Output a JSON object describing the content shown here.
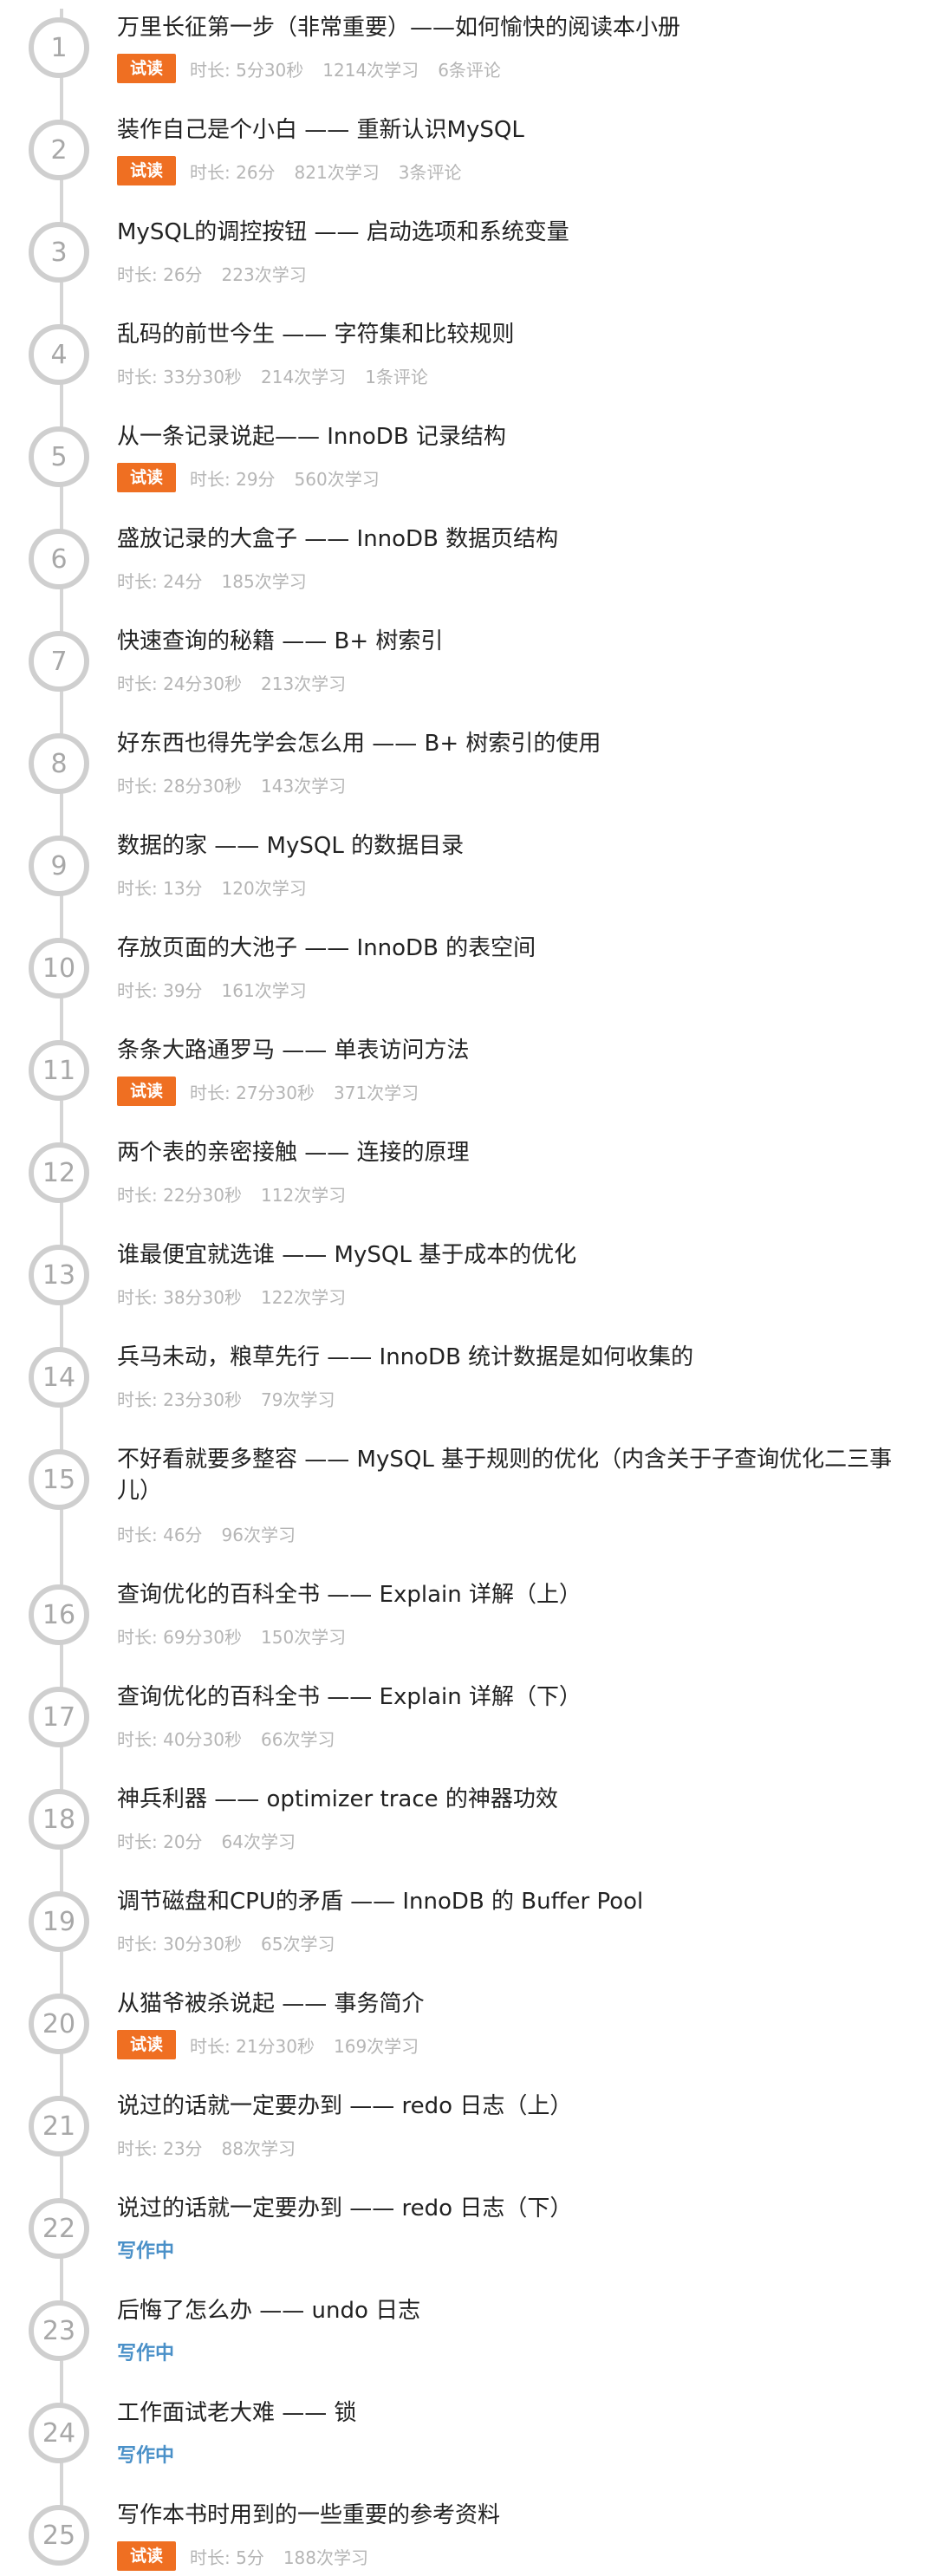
{
  "labels": {
    "trial": "试读",
    "writing": "写作中"
  },
  "chapters": [
    {
      "num": "1",
      "title": "万里长征第一步（非常重要）——如何愉快的阅读本小册",
      "trial": true,
      "duration": "时长: 5分30秒",
      "learners": "1214次学习",
      "comments": "6条评论"
    },
    {
      "num": "2",
      "title": "装作自己是个小白 —— 重新认识MySQL",
      "trial": true,
      "duration": "时长: 26分",
      "learners": "821次学习",
      "comments": "3条评论"
    },
    {
      "num": "3",
      "title": "MySQL的调控按钮 —— 启动选项和系统变量",
      "trial": false,
      "duration": "时长: 26分",
      "learners": "223次学习"
    },
    {
      "num": "4",
      "title": "乱码的前世今生 —— 字符集和比较规则",
      "trial": false,
      "duration": "时长: 33分30秒",
      "learners": "214次学习",
      "comments": "1条评论"
    },
    {
      "num": "5",
      "title": "从一条记录说起—— InnoDB 记录结构",
      "trial": true,
      "duration": "时长: 29分",
      "learners": "560次学习"
    },
    {
      "num": "6",
      "title": "盛放记录的大盒子 —— InnoDB 数据页结构",
      "trial": false,
      "duration": "时长: 24分",
      "learners": "185次学习"
    },
    {
      "num": "7",
      "title": "快速查询的秘籍 —— B+ 树索引",
      "trial": false,
      "duration": "时长: 24分30秒",
      "learners": "213次学习"
    },
    {
      "num": "8",
      "title": "好东西也得先学会怎么用 —— B+ 树索引的使用",
      "trial": false,
      "duration": "时长: 28分30秒",
      "learners": "143次学习"
    },
    {
      "num": "9",
      "title": "数据的家 —— MySQL 的数据目录",
      "trial": false,
      "duration": "时长: 13分",
      "learners": "120次学习"
    },
    {
      "num": "10",
      "title": "存放页面的大池子 —— InnoDB 的表空间",
      "trial": false,
      "duration": "时长: 39分",
      "learners": "161次学习"
    },
    {
      "num": "11",
      "title": "条条大路通罗马 —— 单表访问方法",
      "trial": true,
      "duration": "时长: 27分30秒",
      "learners": "371次学习"
    },
    {
      "num": "12",
      "title": "两个表的亲密接触 —— 连接的原理",
      "trial": false,
      "duration": "时长: 22分30秒",
      "learners": "112次学习"
    },
    {
      "num": "13",
      "title": "谁最便宜就选谁 —— MySQL 基于成本的优化",
      "trial": false,
      "duration": "时长: 38分30秒",
      "learners": "122次学习"
    },
    {
      "num": "14",
      "title": "兵马未动，粮草先行 —— InnoDB 统计数据是如何收集的",
      "trial": false,
      "duration": "时长: 23分30秒",
      "learners": "79次学习"
    },
    {
      "num": "15",
      "title": "不好看就要多整容 —— MySQL 基于规则的优化（内含关于子查询优化二三事儿）",
      "trial": false,
      "duration": "时长: 46分",
      "learners": "96次学习"
    },
    {
      "num": "16",
      "title": "查询优化的百科全书 —— Explain 详解（上）",
      "trial": false,
      "duration": "时长: 69分30秒",
      "learners": "150次学习"
    },
    {
      "num": "17",
      "title": "查询优化的百科全书 —— Explain 详解（下）",
      "trial": false,
      "duration": "时长: 40分30秒",
      "learners": "66次学习"
    },
    {
      "num": "18",
      "title": "神兵利器 —— optimizer trace 的神器功效",
      "trial": false,
      "duration": "时长: 20分",
      "learners": "64次学习"
    },
    {
      "num": "19",
      "title": "调节磁盘和CPU的矛盾 —— InnoDB 的 Buffer Pool",
      "trial": false,
      "duration": "时长: 30分30秒",
      "learners": "65次学习"
    },
    {
      "num": "20",
      "title": "从猫爷被杀说起 —— 事务简介",
      "trial": true,
      "duration": "时长: 21分30秒",
      "learners": "169次学习"
    },
    {
      "num": "21",
      "title": "说过的话就一定要办到 —— redo 日志（上）",
      "trial": false,
      "duration": "时长: 23分",
      "learners": "88次学习"
    },
    {
      "num": "22",
      "title": "说过的话就一定要办到 —— redo 日志（下）",
      "writing": true
    },
    {
      "num": "23",
      "title": "后悔了怎么办 —— undo 日志",
      "writing": true
    },
    {
      "num": "24",
      "title": "工作面试老大难 —— 锁",
      "writing": true
    },
    {
      "num": "25",
      "title": "写作本书时用到的一些重要的参考资料",
      "trial": true,
      "duration": "时长: 5分",
      "learners": "188次学习"
    }
  ]
}
